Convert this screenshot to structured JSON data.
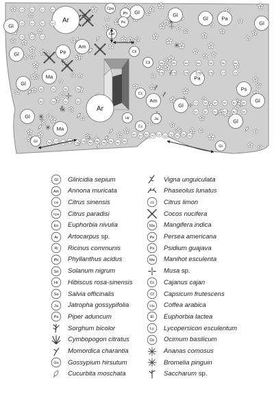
{
  "colors": {
    "plot_fill": "#d0d0d0",
    "outline": "#8c8c8c",
    "house_light": "#cfcfcf",
    "house_mid": "#9a9a9a",
    "house_dark": "#6c6c6c",
    "house_black": "#444444"
  },
  "legend": {
    "left": [
      {
        "abbr": "Gl",
        "icon": "circle-abbr-icon",
        "name": "Gliricidia sepium"
      },
      {
        "abbr": "Am",
        "icon": "circle-abbr-icon",
        "name": "Annona muricata"
      },
      {
        "abbr": "Csi",
        "icon": "circle-abbr-icon",
        "name": "Citrus sinensis"
      },
      {
        "abbr": "Cpa",
        "icon": "circle-abbr-icon",
        "name": "Citrus paradisi"
      },
      {
        "abbr": "En",
        "icon": "circle-abbr-icon",
        "name": "Euphorbia nivulia"
      },
      {
        "abbr": "Ar",
        "icon": "circle-abbr-icon",
        "name": "Artocarpus",
        "suffix": " sp."
      },
      {
        "abbr": "Ri",
        "icon": "circle-abbr-icon",
        "name": "Ricinus communis"
      },
      {
        "abbr": "Ph",
        "icon": "circle-abbr-icon",
        "name": "Phyllanthus acidus"
      },
      {
        "abbr": "Sn",
        "icon": "circle-abbr-icon",
        "name": "Solanum nigrum"
      },
      {
        "abbr": "Hr",
        "icon": "circle-abbr-icon",
        "name": "Hibiscus rosa-sinensis"
      },
      {
        "abbr": "Sa",
        "icon": "circle-abbr-icon",
        "name": "Salvia officinalis"
      },
      {
        "abbr": "Ja",
        "icon": "circle-abbr-icon",
        "name": "Jatropha gossypifolia"
      },
      {
        "abbr": "Pa",
        "icon": "circle-abbr-icon",
        "name": "Piper aduncum"
      },
      {
        "abbr": "",
        "icon": "sorghum-icon",
        "name": "Sorghum bicolor"
      },
      {
        "abbr": "",
        "icon": "lemongrass-icon",
        "name": "Cymbopogon citratus"
      },
      {
        "abbr": "",
        "icon": "momordica-icon",
        "name": "Momordica charantia"
      },
      {
        "abbr": "Go",
        "icon": "circle-abbr-icon",
        "name": "Gossypium hirsutum"
      },
      {
        "abbr": "",
        "icon": "pumpkin-icon",
        "name": "Cucurbita moschata"
      }
    ],
    "right": [
      {
        "abbr": "",
        "icon": "cowpea-icon",
        "name": "Vigna unguiculata"
      },
      {
        "abbr": "",
        "icon": "lima-bean-icon",
        "name": "Phaseolus lunatus"
      },
      {
        "abbr": "Cli",
        "icon": "circle-abbr-icon",
        "name": "Citrus limon"
      },
      {
        "abbr": "",
        "icon": "coconut-palm-icon",
        "name": "Cocos nucifera"
      },
      {
        "abbr": "Ma",
        "icon": "circle-abbr-icon",
        "name": "Mangifera indica"
      },
      {
        "abbr": "Pe",
        "icon": "circle-abbr-icon",
        "name": "Persea americana"
      },
      {
        "abbr": "Ps",
        "icon": "circle-abbr-icon",
        "name": "Psidium guajava"
      },
      {
        "abbr": "Me",
        "icon": "circle-abbr-icon",
        "name": "Manihot esculenta"
      },
      {
        "abbr": "",
        "icon": "musa-icon",
        "name": "Musa",
        "suffix": " sp."
      },
      {
        "abbr": "Cc",
        "icon": "circle-abbr-icon",
        "name": "Cajanus cajan"
      },
      {
        "abbr": "Cf",
        "icon": "circle-abbr-icon",
        "name": "Capsicum frutescens"
      },
      {
        "abbr": "Cfa",
        "icon": "circle-abbr-icon",
        "name": "Coffea arabica"
      },
      {
        "abbr": "El",
        "icon": "circle-abbr-icon",
        "name": "Euphorbia lactea"
      },
      {
        "abbr": "Ly",
        "icon": "circle-abbr-icon",
        "name": "Lycopersicon esculentum"
      },
      {
        "abbr": "Oc",
        "icon": "circle-abbr-icon",
        "name": "Ocimum basilicum"
      },
      {
        "abbr": "",
        "icon": "pineapple-icon",
        "name": "Ananas comosus"
      },
      {
        "abbr": "",
        "icon": "bromelia-icon",
        "name": "Bromelia pinguin"
      },
      {
        "abbr": "",
        "icon": "sugarcane-icon",
        "name": "Saccharum",
        "suffix": " sp."
      }
    ]
  },
  "map_labels": {
    "big": [
      {
        "id": "ar-top",
        "text": "Ar"
      },
      {
        "id": "ar-center",
        "text": "Ar"
      }
    ],
    "medium": [
      {
        "id": "gl-1",
        "text": "Gl"
      },
      {
        "id": "gl-2",
        "text": "Gl"
      },
      {
        "id": "gl-3",
        "text": "Gl"
      },
      {
        "id": "gl-4",
        "text": "Gl"
      },
      {
        "id": "gl-5",
        "text": "Gl"
      },
      {
        "id": "gl-6",
        "text": "Gl"
      },
      {
        "id": "gl-7",
        "text": "Gl"
      },
      {
        "id": "gl-8",
        "text": "Gl"
      },
      {
        "id": "gl-9",
        "text": "Gl"
      },
      {
        "id": "gl-10",
        "text": "Gl"
      },
      {
        "id": "gl-11",
        "text": "Gl"
      },
      {
        "id": "ma-1",
        "text": "Ma"
      },
      {
        "id": "ma-2",
        "text": "Ma"
      },
      {
        "id": "am-1",
        "text": "Am"
      },
      {
        "id": "am-2",
        "text": "Am"
      },
      {
        "id": "pe-1",
        "text": "Pe"
      },
      {
        "id": "pa-1",
        "text": "Pa"
      },
      {
        "id": "pa-2",
        "text": "Pa"
      },
      {
        "id": "ps-1",
        "text": "Ps"
      }
    ],
    "small": [
      {
        "id": "cpa-1",
        "text": "Cpa"
      },
      {
        "id": "csi-1",
        "text": "Csi"
      },
      {
        "id": "ph-1",
        "text": "Ph"
      },
      {
        "id": "pe-2",
        "text": "Pe"
      },
      {
        "id": "cli-1",
        "text": "Cli"
      },
      {
        "id": "cli-2",
        "text": "Cli"
      },
      {
        "id": "cc-1",
        "text": "Cc"
      },
      {
        "id": "cc-2",
        "text": "Cc"
      },
      {
        "id": "hr-1",
        "text": "Hr"
      },
      {
        "id": "ja-1",
        "text": "Ja"
      },
      {
        "id": "gl-12",
        "text": "Gl"
      },
      {
        "id": "gl-13",
        "text": "Gl"
      }
    ],
    "tiny": [
      "Sa",
      "Cf",
      "Cfa",
      "Cfa",
      "Cfa",
      "Cfa",
      "Me",
      "Me",
      "Me",
      "Me",
      "Me",
      "Me",
      "Me",
      "Me",
      "Me",
      "Me",
      "Me",
      "Me",
      "Me",
      "Cfa",
      "Cfa",
      "Cfa",
      "Cfa",
      "Cfa",
      "Cf",
      "Cf",
      "Cf",
      "Sn",
      "Sn",
      "Sn",
      "En",
      "En",
      "En",
      "En",
      "En",
      "En",
      "En",
      "En",
      "En",
      "En",
      "En",
      "Ri",
      "Ly",
      "Ly",
      "Ly",
      "Go",
      "Go",
      "Go",
      "Oc",
      "Oc",
      "Oc",
      "Sa",
      "Sa",
      "Sa",
      "Sa",
      "Sa",
      "Cf",
      "El",
      "El",
      "El",
      "El",
      "El",
      "El",
      "El",
      "Cf",
      "Cf",
      "Cf"
    ]
  }
}
